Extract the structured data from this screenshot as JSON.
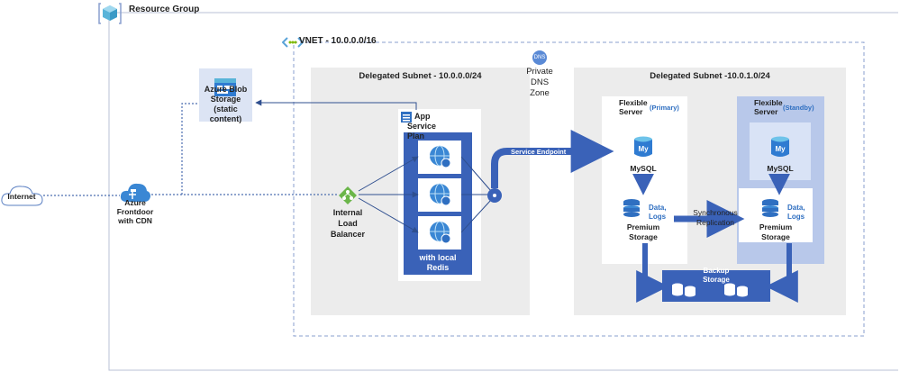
{
  "resource_group": {
    "label": "Resource Group"
  },
  "vnet": {
    "label": "VNET - 10.0.0.0/16"
  },
  "subnet_app": {
    "label": "Delegated Subnet - 10.0.0.0/24"
  },
  "subnet_db": {
    "label": "Delegated Subnet -10.0.1.0/24"
  },
  "dns": {
    "badge": "DNS",
    "lines": [
      "Private",
      "DNS",
      "Zone"
    ]
  },
  "blob": {
    "lines": [
      "Azure Blob",
      "Storage",
      "(static",
      "content)"
    ]
  },
  "internet": {
    "label": "Internet"
  },
  "frontdoor": {
    "lines": [
      "Azure",
      "Frontdoor",
      "with CDN"
    ]
  },
  "ilb": {
    "lines": [
      "Internal",
      "Load",
      "Balancer"
    ]
  },
  "app_service_plan": {
    "lines": [
      "App",
      "Service",
      "Plan"
    ],
    "redis_lines": [
      "with local",
      "Redis"
    ]
  },
  "service_endpoint": {
    "label": "Service Endpoint"
  },
  "primary": {
    "title": "Flexible",
    "title2": "Server",
    "role": "(Primary)",
    "mysql": "MySQL",
    "data_lines": [
      "Data,",
      "Logs"
    ],
    "storage_lines": [
      "Premium",
      "Storage"
    ]
  },
  "standby": {
    "title": "Flexible",
    "title2": "Server",
    "role": "(Standby)",
    "mysql": "MySQL",
    "data_lines": [
      "Data,",
      "Logs"
    ],
    "storage_lines": [
      "Premium",
      "Storage"
    ]
  },
  "replication": {
    "lines": [
      "Synchronous",
      "Replication"
    ]
  },
  "backup": {
    "lines": [
      "Backup",
      "Storage"
    ]
  },
  "mysql_icon_text": "My",
  "colors": {
    "accent": "#3a62b8",
    "subnet_fill": "#ececec",
    "standby_fill": "#b8c8ea",
    "border_line": "#b9c2d6"
  }
}
